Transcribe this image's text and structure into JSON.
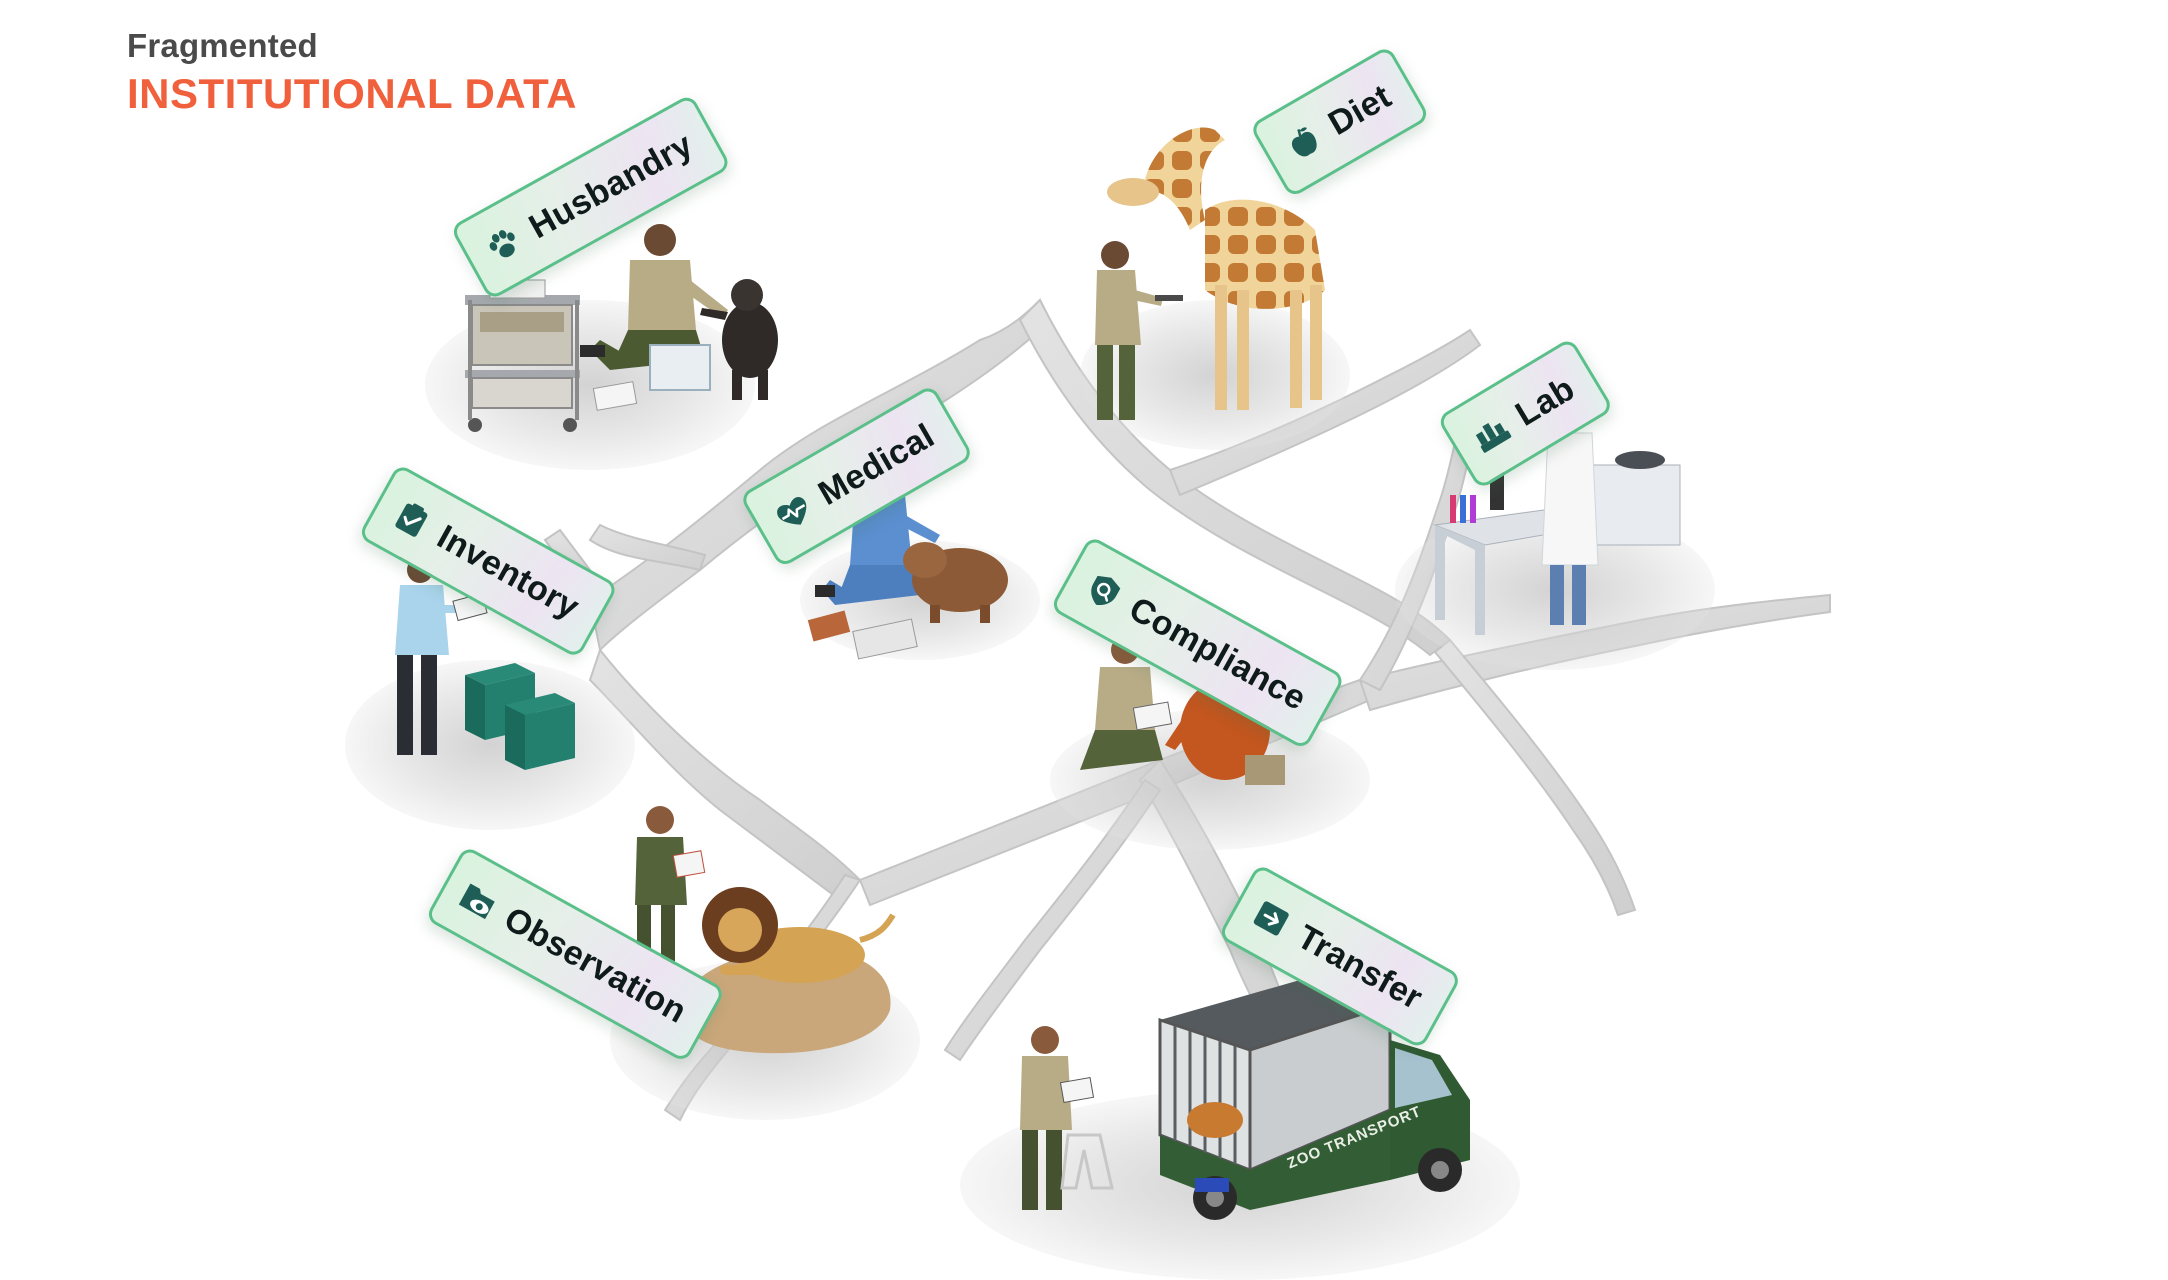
{
  "heading": {
    "subtitle": "Fragmented",
    "title": "INSTITUTIONAL DATA"
  },
  "colors": {
    "accent": "#f0603c",
    "icon": "#1f5e56",
    "tag_border": "#5bbf8a",
    "crack": "#d9d9d9"
  },
  "tags": [
    {
      "id": "husbandry",
      "label": "Husbandry",
      "icon": "paw-icon"
    },
    {
      "id": "diet",
      "label": "Diet",
      "icon": "apple-icon"
    },
    {
      "id": "lab",
      "label": "Lab",
      "icon": "lab-icon"
    },
    {
      "id": "medical",
      "label": "Medical",
      "icon": "heart-pulse-icon"
    },
    {
      "id": "inventory",
      "label": "Inventory",
      "icon": "clipboard-check-icon"
    },
    {
      "id": "compliance",
      "label": "Compliance",
      "icon": "shield-icon"
    },
    {
      "id": "observation",
      "label": "Observation",
      "icon": "folder-eye-icon"
    },
    {
      "id": "transfer",
      "label": "Transfer",
      "icon": "arrow-box-icon"
    }
  ],
  "vehicle": {
    "text": "ZOO TRANSPORT"
  }
}
